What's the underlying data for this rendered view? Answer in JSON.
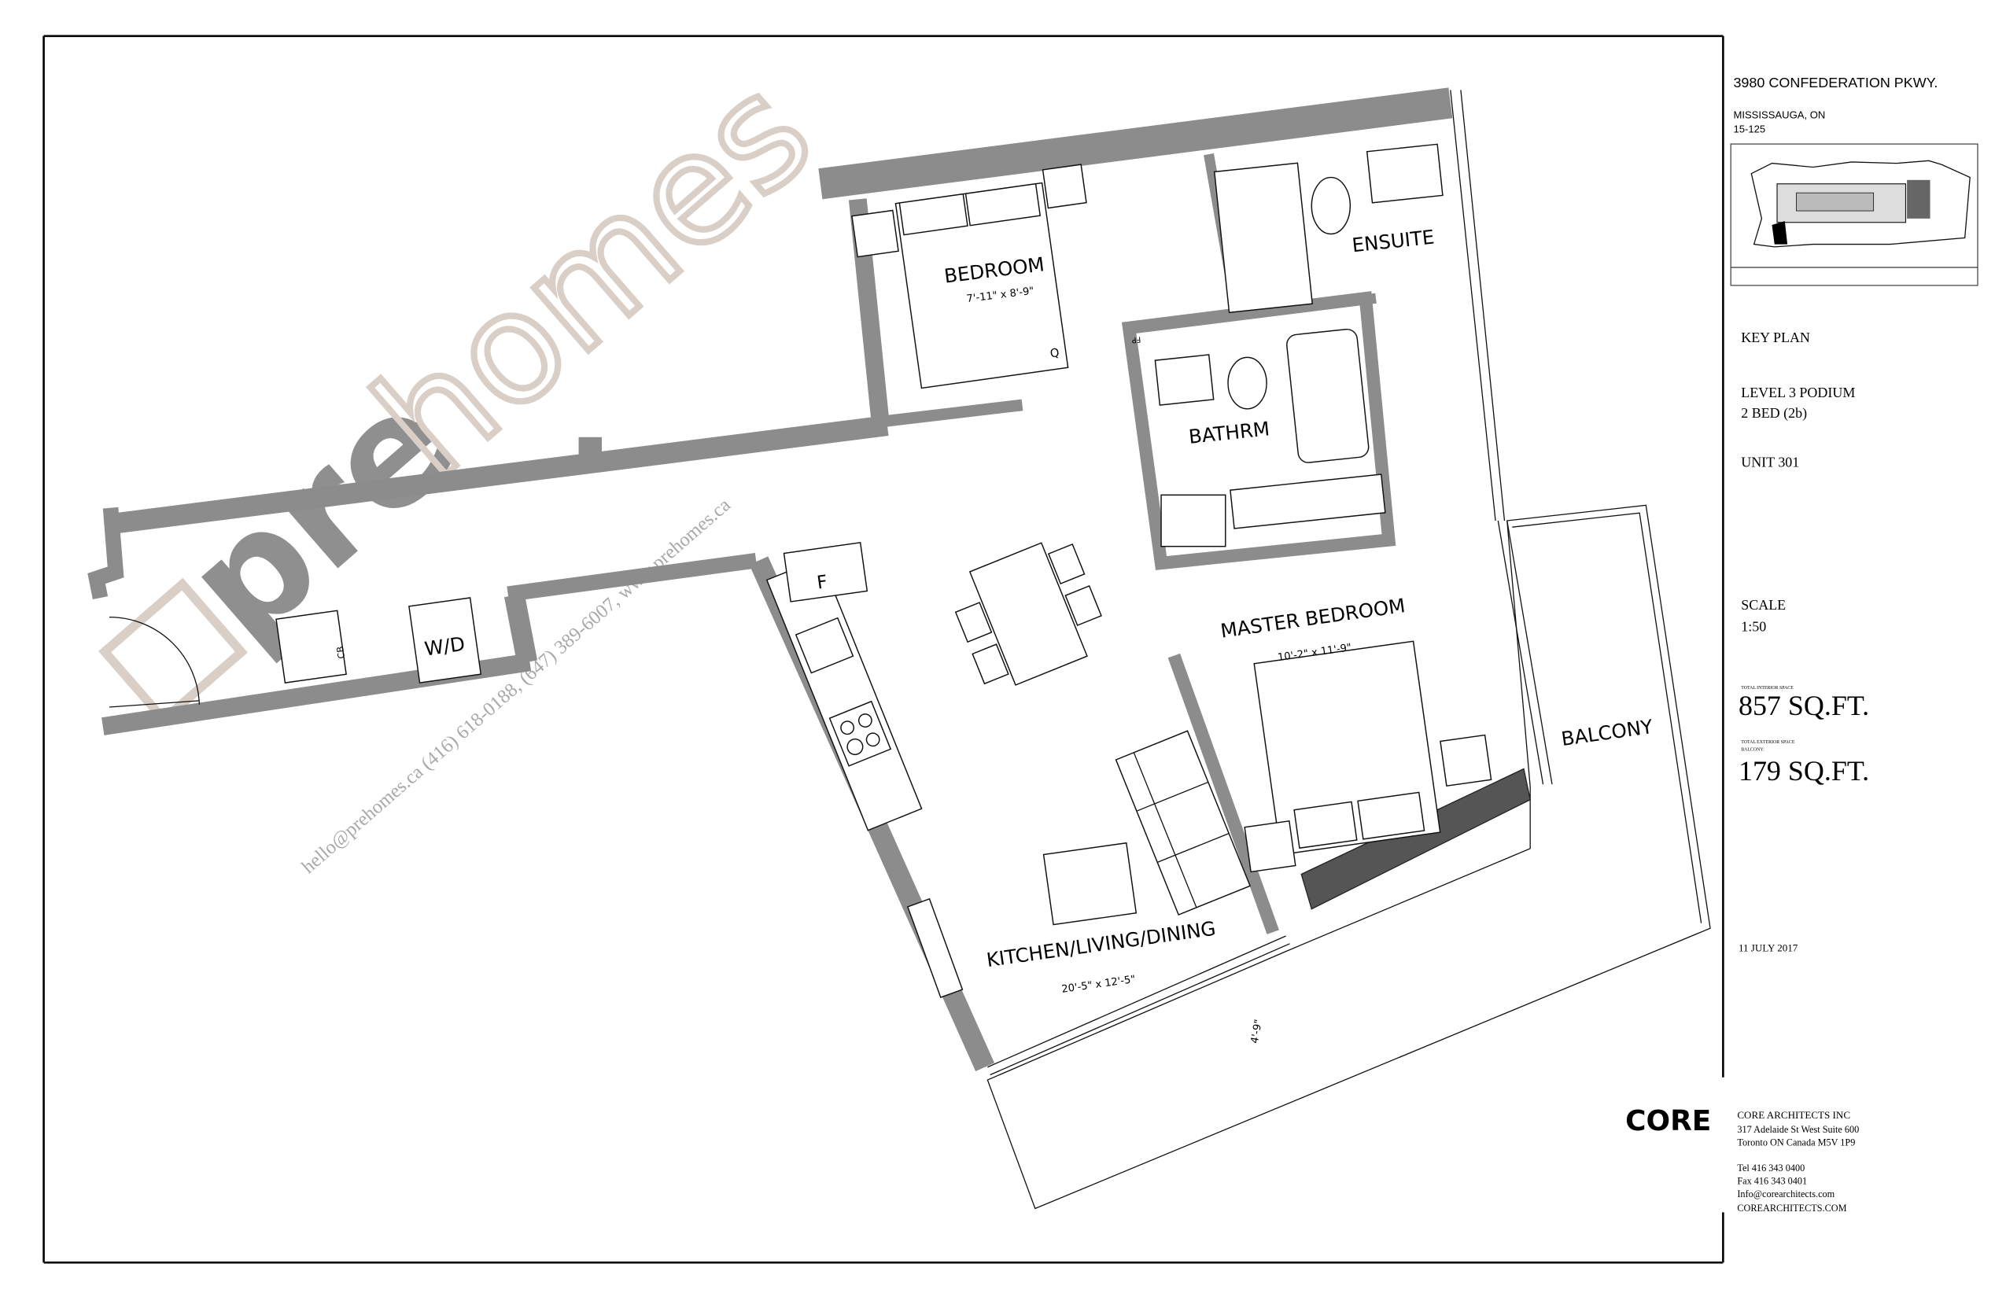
{
  "project": {
    "address": "3980 CONFEDERATION PKWY.",
    "city": "MISSISSAUGA, ON",
    "project_number": "15-125"
  },
  "key_plan_label": "KEY PLAN",
  "unit": {
    "level": "LEVEL 3 PODIUM",
    "type": "2 BED (2b)",
    "unit_number": "UNIT 301"
  },
  "scale": {
    "label": "SCALE",
    "value": "1:50"
  },
  "areas": {
    "interior_label": "TOTAL INTERIOR SPACE",
    "interior_value": "857 SQ.FT.",
    "exterior_label": "TOTAL EXTERIOR SPACE",
    "exterior_sublabel": "BALCONY:",
    "exterior_value": "179 SQ.FT."
  },
  "date": "11 JULY 2017",
  "architect": {
    "logo": "CORE",
    "name": "CORE ARCHITECTS INC",
    "address1": "317 Adelaide St West Suite 600",
    "address2": "Toronto ON Canada M5V 1P9",
    "tel": "Tel  416 343 0400",
    "fax": "Fax 416 343 0401",
    "email": "Info@corearchitects.com",
    "web": "COREARCHITECTS.COM"
  },
  "rooms": {
    "bedroom": {
      "name": "BEDROOM",
      "dims": "7'-11\" x 8'-9\""
    },
    "ensuite": {
      "name": "ENSUITE"
    },
    "bathroom": {
      "name": "BATHRM"
    },
    "master": {
      "name": "MASTER BEDROOM",
      "dims": "10'-2\" x 11'-9\""
    },
    "kitchen": {
      "name": "KITCHEN/LIVING/DINING",
      "dims": "20'-5\" x 12'-5\""
    },
    "balcony": {
      "name": "BALCONY",
      "dims": "4'-9\""
    },
    "laundry": {
      "name": "W/D"
    },
    "fridge": {
      "name": "F"
    },
    "closet_bar": {
      "name": "CB"
    },
    "fireplace": {
      "name": "FP"
    },
    "bed_size": {
      "name": "Q"
    }
  },
  "watermark": {
    "brand_pre": "pre",
    "brand_homes": "homes",
    "contact": "hello@prehomes.ca (416) 618-0188, (647) 389-6007, www.prehomes.ca"
  },
  "colors": {
    "wall": "#8c8c8c",
    "dark_wall": "#555555",
    "watermark": "#d9cfc6",
    "border": "#000000"
  }
}
